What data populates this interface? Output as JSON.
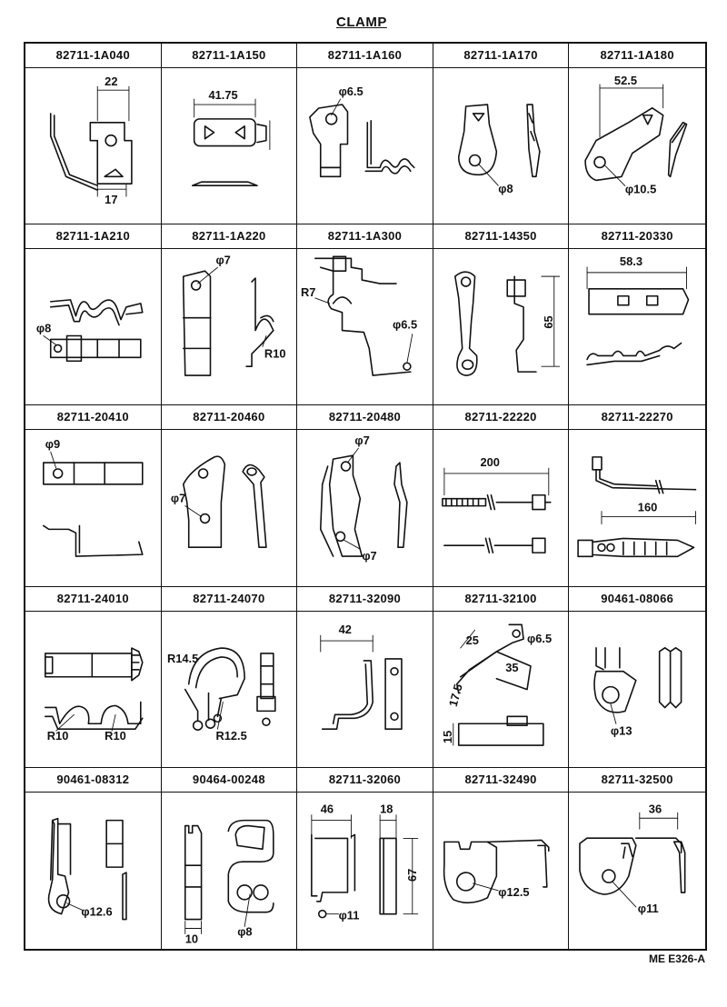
{
  "title": "CLAMP",
  "reference": "ME E326-A",
  "cells": [
    {
      "part_number": "82711-1A040",
      "dims": [
        "22",
        "17"
      ]
    },
    {
      "part_number": "82711-1A150",
      "dims": [
        "41.75"
      ]
    },
    {
      "part_number": "82711-1A160",
      "dims": [
        "φ6.5"
      ]
    },
    {
      "part_number": "82711-1A170",
      "dims": [
        "φ8"
      ]
    },
    {
      "part_number": "82711-1A180",
      "dims": [
        "52.5",
        "φ10.5"
      ]
    },
    {
      "part_number": "82711-1A210",
      "dims": [
        "φ8"
      ]
    },
    {
      "part_number": "82711-1A220",
      "dims": [
        "φ7",
        "R10"
      ]
    },
    {
      "part_number": "82711-1A300",
      "dims": [
        "R7",
        "φ6.5"
      ]
    },
    {
      "part_number": "82711-14350",
      "dims": [
        "65"
      ]
    },
    {
      "part_number": "82711-20330",
      "dims": [
        "58.3"
      ]
    },
    {
      "part_number": "82711-20410",
      "dims": [
        "φ9"
      ]
    },
    {
      "part_number": "82711-20460",
      "dims": [
        "φ7"
      ]
    },
    {
      "part_number": "82711-20480",
      "dims": [
        "φ7",
        "φ7"
      ]
    },
    {
      "part_number": "82711-22220",
      "dims": [
        "200"
      ]
    },
    {
      "part_number": "82711-22270",
      "dims": [
        "160"
      ]
    },
    {
      "part_number": "82711-24010",
      "dims": [
        "R10",
        "R10"
      ]
    },
    {
      "part_number": "82711-24070",
      "dims": [
        "R14.5",
        "R12.5"
      ]
    },
    {
      "part_number": "82711-32090",
      "dims": [
        "42"
      ]
    },
    {
      "part_number": "82711-32100",
      "dims": [
        "25",
        "φ6.5",
        "35",
        "17.5",
        "15"
      ]
    },
    {
      "part_number": "90461-08066",
      "dims": [
        "φ13"
      ]
    },
    {
      "part_number": "90461-08312",
      "dims": [
        "φ12.6"
      ]
    },
    {
      "part_number": "90464-00248",
      "dims": [
        "10",
        "φ8"
      ]
    },
    {
      "part_number": "82711-32060",
      "dims": [
        "46",
        "18",
        "67",
        "φ11"
      ]
    },
    {
      "part_number": "82711-32490",
      "dims": [
        "φ12.5"
      ]
    },
    {
      "part_number": "82711-32500",
      "dims": [
        "36",
        "φ11"
      ]
    }
  ]
}
